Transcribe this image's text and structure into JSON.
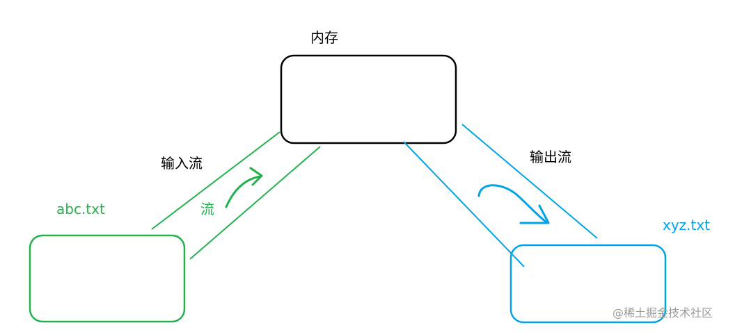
{
  "diagram": {
    "memory_label": "内存",
    "input_stream_label": "输入流",
    "stream_label": "流",
    "source_file_label": "abc.txt",
    "output_stream_label": "输出流",
    "target_file_label": "xyz.txt"
  },
  "watermark": {
    "text": "@稀土掘金技术社区"
  },
  "colors": {
    "memory_box": "#000000",
    "input_side": "#22b14c",
    "output_side": "#00a2e8",
    "background": "#ffffff"
  }
}
